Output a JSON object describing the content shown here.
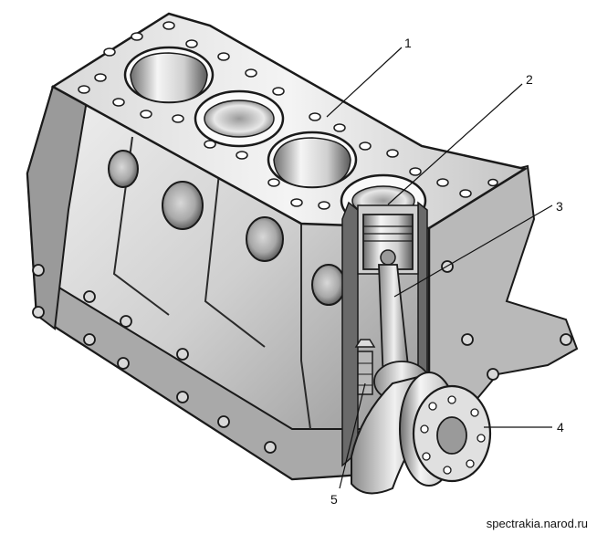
{
  "callouts": {
    "c1": "1",
    "c2": "2",
    "c3": "3",
    "c4": "4",
    "c5": "5"
  },
  "credit": "spectrakia.narod.ru",
  "colors": {
    "metal_light": "#e6e6e6",
    "metal_mid": "#bdbdbd",
    "metal_dark": "#7a7a7a",
    "outline": "#1a1a1a"
  }
}
